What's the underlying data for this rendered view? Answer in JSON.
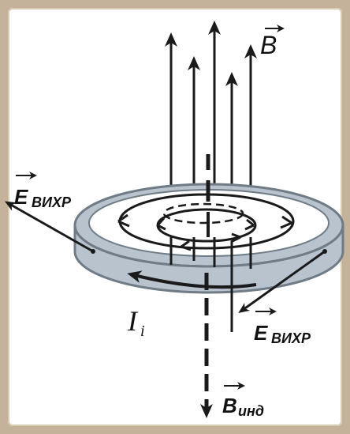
{
  "labels": {
    "b_main": "B",
    "e_left": "E",
    "e_left_sub": "ВИХР",
    "e_right": "E",
    "e_right_sub": "ВИХР",
    "current": "I",
    "current_sub": "i",
    "b_ind": "B",
    "b_ind_sub": "инд"
  },
  "colors": {
    "background": "#c4b29a",
    "panel": "#ffffff",
    "ring_fill": "#b8c3ce",
    "ring_stroke": "#6f7b86",
    "line": "#1a1a1a"
  }
}
